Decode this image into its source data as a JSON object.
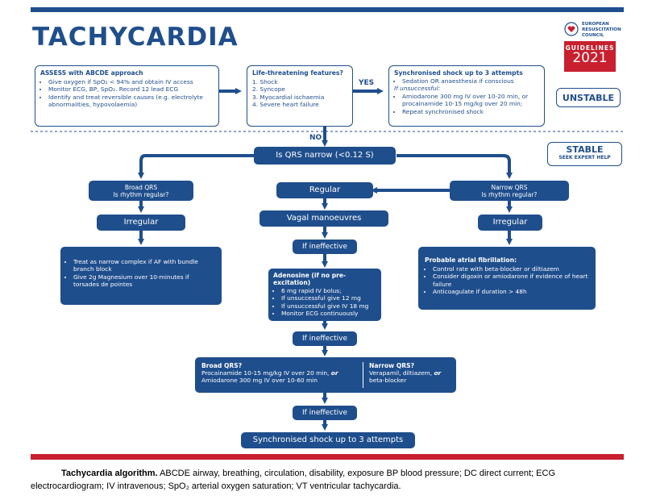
{
  "title": "TACHYCARDIA",
  "logo": {
    "org_lines": [
      "EUROPEAN",
      "RESUSCITATION",
      "COUNCIL"
    ],
    "guidelines": "GUIDELINES",
    "year": "2021"
  },
  "assess": {
    "heading": "ASSESS with ABCDE approach",
    "items": [
      "Give oxygen if SpO₂ < 94% and obtain IV access",
      "Monitor ECG, BP, SpO₂. Record 12 lead ECG",
      "Identify and treat reversible causes (e.g. electrolyte abnormalities, hypovolaemia)"
    ]
  },
  "life_threatening": {
    "heading": "Life-threatening features?",
    "items": [
      "1. Shock",
      "2. Syncope",
      "3. Myocardial ischaemia",
      "4. Severe heart failure"
    ]
  },
  "yes_label": "YES",
  "no_label": "NO",
  "shock": {
    "heading": "Synchronised shock up to 3 attempts",
    "item1": "Sedation OR anaesthesia if conscious",
    "if_unsuccessful": "If unsuccessful:",
    "item2": "Amiodarone 300 mg IV over 10-20 min, or procainamide 10-15 mg/kg over 20 min;",
    "item3": "Repeat synchronised shock"
  },
  "unstable": "UNSTABLE",
  "stable": {
    "label": "STABLE",
    "sub": "SEEK EXPERT HELP"
  },
  "qrs_narrow": "Is QRS narrow (<0.12 S)",
  "broad_qrs": {
    "line1": "Broad QRS",
    "line2": "Is rhythm regular?"
  },
  "narrow_qrs": {
    "line1": "Narrow QRS",
    "line2": "Is rhythm regular?"
  },
  "regular": "Regular",
  "irregular_left": "Irregular",
  "irregular_right": "Irregular",
  "vagal": "Vagal manoeuvres",
  "if_ineffective_1": "If ineffective",
  "if_ineffective_2": "If ineffective",
  "if_ineffective_3": "If ineffective",
  "broad_irregular": {
    "items": [
      "Treat as narrow complex if AF with bundle branch block",
      "Give 2g Magnesium over 10-minutes if torsades de pointes"
    ]
  },
  "adenosine": {
    "heading": "Adenosine (if no pre-excitation)",
    "items": [
      "6 mg rapid IV bolus;",
      "If unsuccessful give 12 mg",
      "If unsuccessful give IV 18 mg",
      "Monitor ECG continuously"
    ]
  },
  "af": {
    "heading": "Probable atrial fibrillation:",
    "items": [
      "Control rate with beta-blocker or diltiazem",
      "Consider digoxin or  amiodarone if evidence of heart failure",
      "Anticoagulate if duration > 48h"
    ]
  },
  "final_broad": {
    "heading": "Broad QRS?",
    "line1_prefix": "Procainamide 10-15 mg/kg IV over 20 min,",
    "or": "or",
    "line2": "Amiodarone 300 mg  IV over 10-60 min"
  },
  "final_narrow": {
    "heading": "Narrow QRS?",
    "line1_prefix": "Verapamil, diltiazem,",
    "or": "or",
    "line2": "beta-blocker"
  },
  "final_shock": "Synchronised shock up to 3 attempts",
  "caption": {
    "bold": "Tachycardia algorithm.",
    "text": "ABCDE airway, breathing, circulation, disability, exposure BP blood pressure; DC direct current; ECG electrocardiogram; IV intravenous; SpO₂ arterial oxygen saturation; VT ventricular tachycardia."
  },
  "colors": {
    "navy": "#1f4e8c",
    "red": "#c8202f",
    "white": "#ffffff"
  }
}
